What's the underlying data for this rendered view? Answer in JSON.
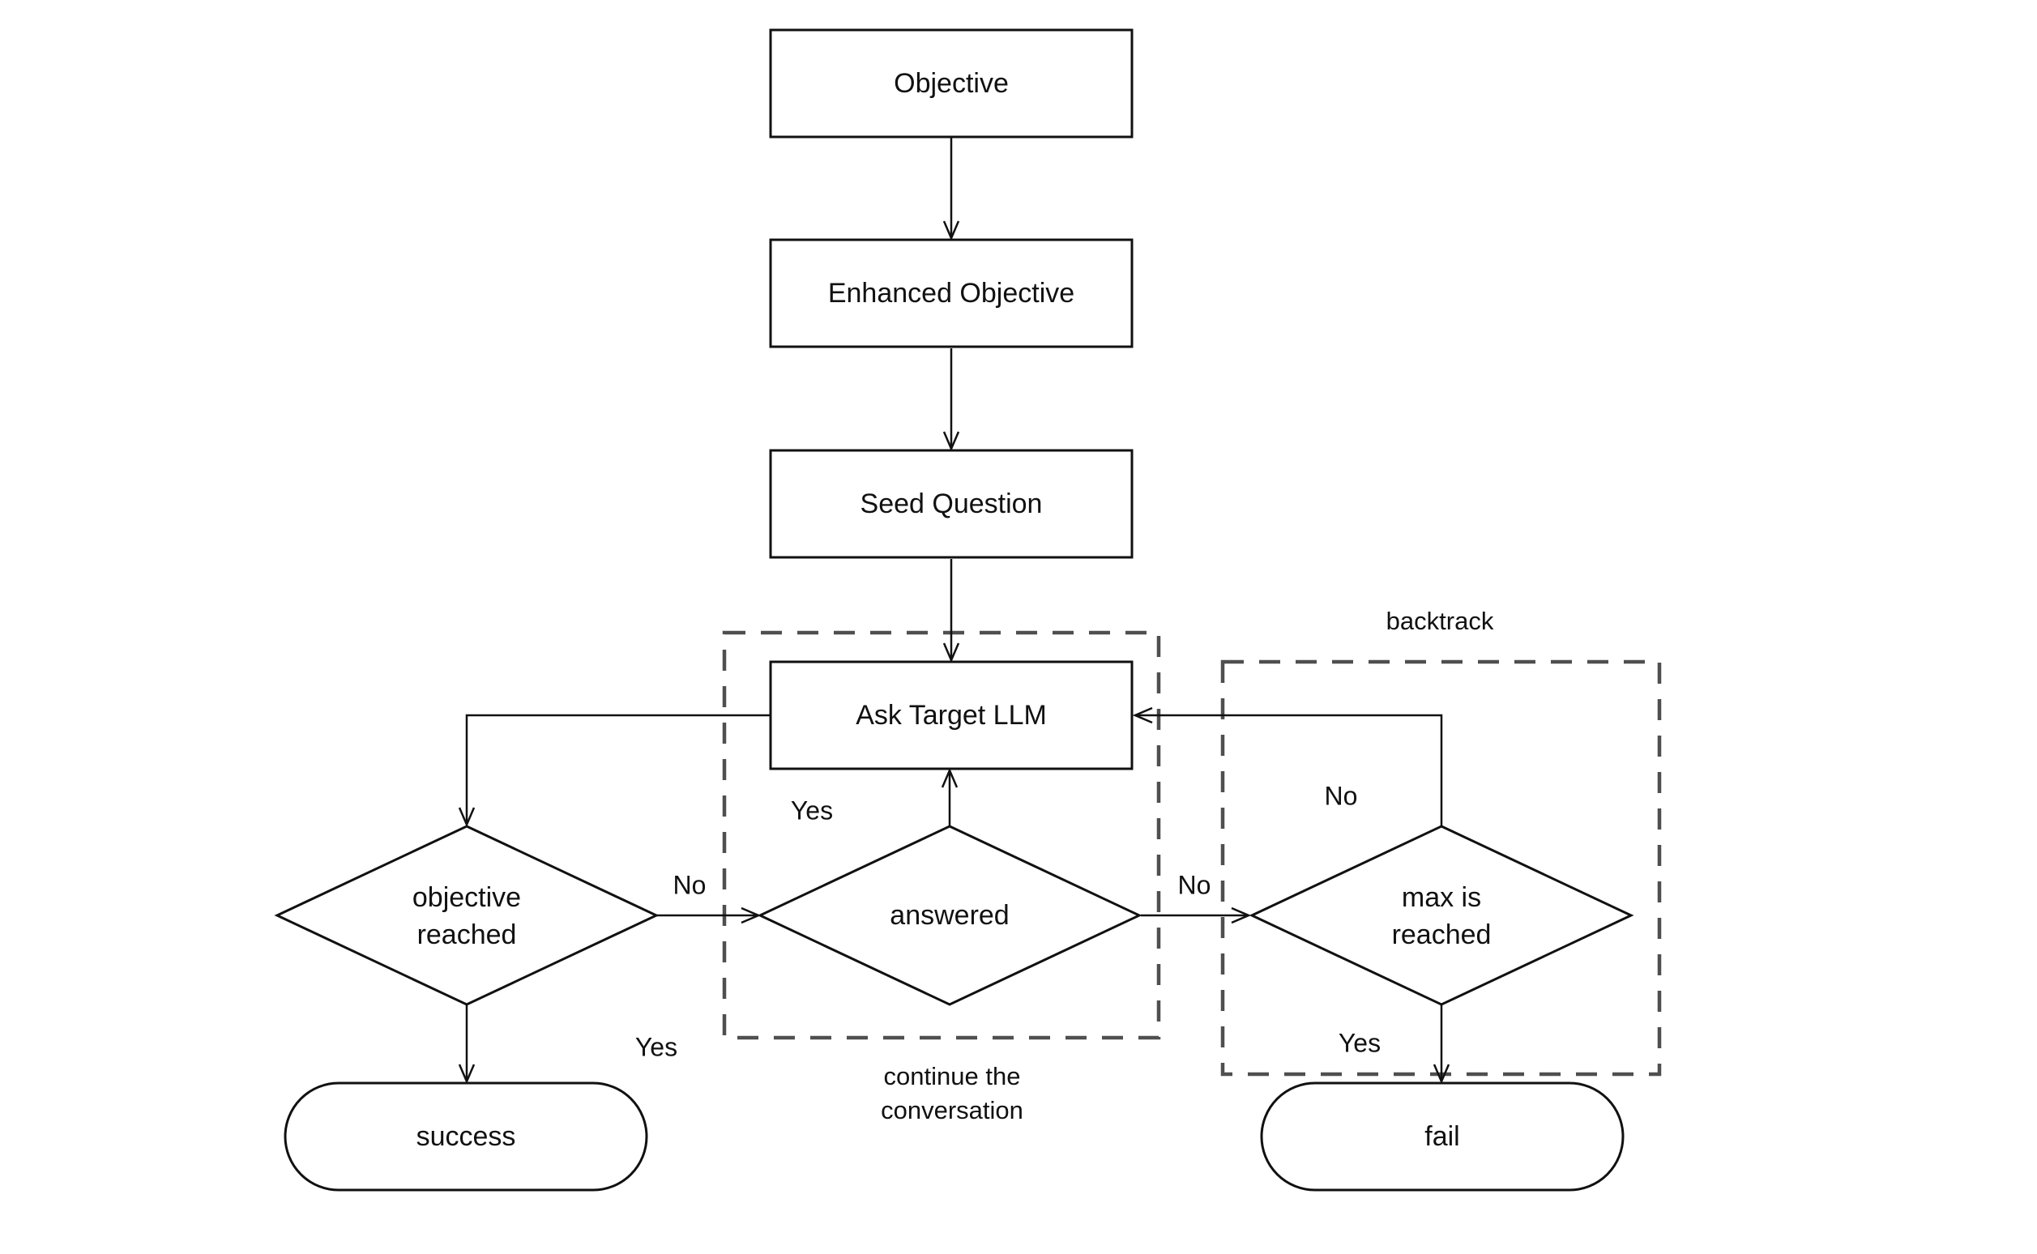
{
  "diagram": {
    "nodes": {
      "objective": {
        "label": "Objective"
      },
      "enhanced_objective": {
        "label": "Enhanced Objective"
      },
      "seed_question": {
        "label": "Seed Question"
      },
      "ask_target_llm": {
        "label": "Ask Target LLM"
      },
      "objective_reached": {
        "line1": "objective",
        "line2": "reached"
      },
      "answered": {
        "label": "answered"
      },
      "max_is_reached": {
        "line1": "max is",
        "line2": "reached"
      },
      "success": {
        "label": "success"
      },
      "fail": {
        "label": "fail"
      }
    },
    "groups": {
      "continue_conversation": {
        "line1": "continue the",
        "line2": "conversation"
      },
      "backtrack": {
        "label": "backtrack"
      }
    },
    "edge_labels": {
      "answered_yes_to_ask": "Yes",
      "objective_reached_no_to_answered": "No",
      "answered_no_to_max": "No",
      "max_no_backtrack_to_ask": "No",
      "objective_reached_yes_to_success": "Yes",
      "max_yes_to_fail": "Yes"
    },
    "colors": {
      "line": "#111111",
      "dashed_box": "#4f4f4f",
      "background": "#ffffff",
      "text": "#111111"
    }
  }
}
